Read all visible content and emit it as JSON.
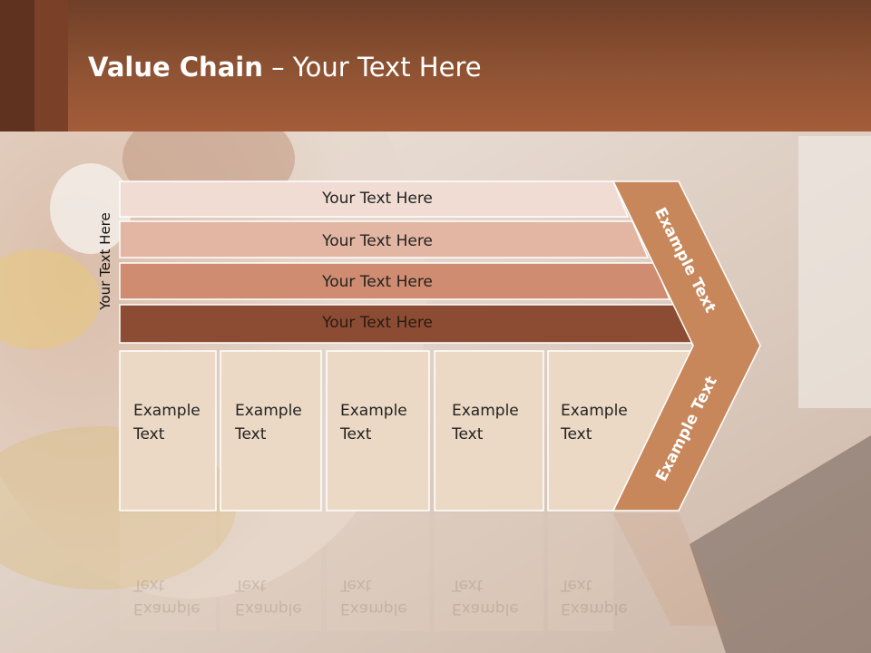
{
  "slide": {
    "title_bold": "Value Chain",
    "title_rest": " – Your Text Here",
    "side_label": "Your Text Here"
  },
  "rows": [
    {
      "label": "Your Text Here",
      "color": "#f0dcd3"
    },
    {
      "label": "Your Text Here",
      "color": "#e2b6a2"
    },
    {
      "label": "Your Text Here",
      "color": "#cf8c70"
    },
    {
      "label": "Your Text Here",
      "color": "#8c4c33"
    }
  ],
  "columns": [
    {
      "line1": "Example",
      "line2": "Text"
    },
    {
      "line1": "Example",
      "line2": "Text"
    },
    {
      "line1": "Example",
      "line2": "Text"
    },
    {
      "line1": "Example",
      "line2": "Text"
    },
    {
      "line1": "Example",
      "line2": "Text"
    }
  ],
  "chevron": {
    "top_text": "Example Text",
    "bottom_text": "Example Text",
    "color": "#c8875a"
  },
  "colors": {
    "header": "#8f5333",
    "column_fill": "#ecd9c5"
  }
}
